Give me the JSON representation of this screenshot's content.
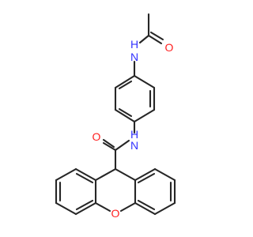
{
  "structure": {
    "atom_labels": {
      "amide_nh_top": "H",
      "amide_n_top": "N",
      "acetyl_o": "O",
      "amide_nh_mid": "H",
      "amide_n_mid": "N",
      "carboxamide_o": "O",
      "xanthene_o": "O"
    },
    "colors": {
      "bond": "#262626",
      "nitrogen": "#3333ff",
      "oxygen": "#ff2020"
    }
  }
}
